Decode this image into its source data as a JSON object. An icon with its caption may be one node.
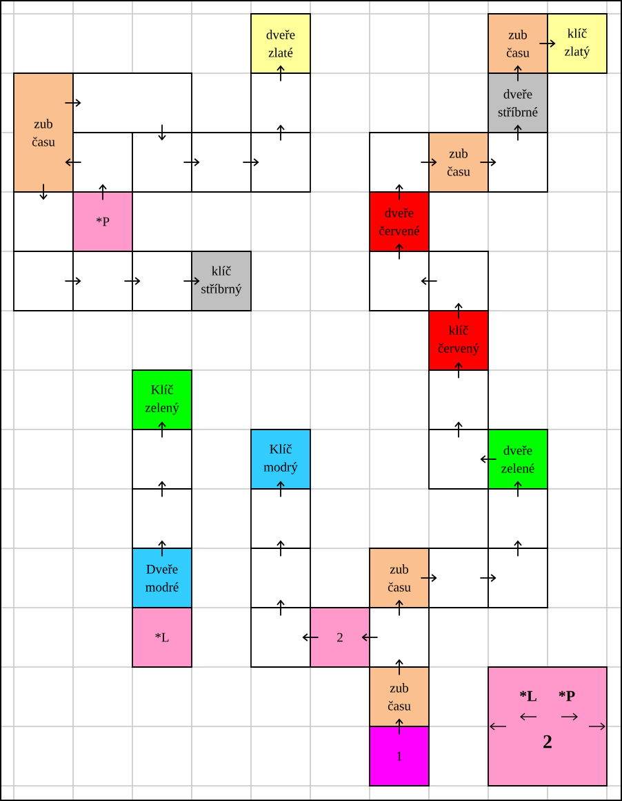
{
  "diagram": {
    "nodes": [
      {
        "text": [
          "dveře zlaté"
        ]
      },
      {
        "text": [
          "zub času"
        ]
      },
      {
        "text": [
          "klíč zlatý"
        ]
      },
      {
        "text": [
          "zub času"
        ]
      },
      {
        "text": [],
        "shape": "box"
      },
      {
        "text": [],
        "shape": "box"
      },
      {
        "text": [
          "dveře stříbrné"
        ]
      },
      {
        "text": [],
        "shape": "box"
      },
      {
        "text": [],
        "shape": "box"
      },
      {
        "text": [],
        "shape": "box"
      },
      {
        "text": [],
        "shape": "box"
      },
      {
        "text": [],
        "shape": "box"
      },
      {
        "text": [
          "zub času"
        ]
      },
      {
        "text": [],
        "shape": "box"
      },
      {
        "text": [],
        "shape": "box"
      },
      {
        "text": [
          "*P"
        ]
      },
      {
        "text": [
          "dveře červené"
        ]
      },
      {
        "text": [],
        "shape": "box"
      },
      {
        "text": [],
        "shape": "box"
      },
      {
        "text": [],
        "shape": "box"
      },
      {
        "text": [
          "klíč stříbrný"
        ]
      },
      {
        "text": [],
        "shape": "box"
      },
      {
        "text": [],
        "shape": "box"
      },
      {
        "text": [
          "klíč červený"
        ]
      },
      {
        "text": [
          "Klíč zelený"
        ]
      },
      {
        "text": [],
        "shape": "box"
      },
      {
        "text": [],
        "shape": "box"
      },
      {
        "text": [
          "Klíč modrý"
        ]
      },
      {
        "text": [],
        "shape": "box"
      },
      {
        "text": [
          "dveře zelené"
        ]
      },
      {
        "text": [],
        "shape": "box"
      },
      {
        "text": [],
        "shape": "box"
      },
      {
        "text": [],
        "shape": "box"
      },
      {
        "text": [
          "Dveře modré"
        ]
      },
      {
        "text": [],
        "shape": "box"
      },
      {
        "text": [
          "zub času"
        ]
      },
      {
        "text": [],
        "shape": "box"
      },
      {
        "text": [],
        "shape": "box"
      },
      {
        "text": [
          "*L"
        ]
      },
      {
        "text": [],
        "shape": "box"
      },
      {
        "text": [
          "2"
        ]
      },
      {
        "text": [],
        "shape": "box"
      },
      {
        "text": [
          "zub času"
        ]
      },
      {
        "text": [
          "*L",
          "*P",
          "2"
        ]
      },
      {
        "text": [
          "1"
        ]
      }
    ],
    "edges": [
      {
        "from": 3,
        "to": 4,
        "arrow": "to"
      },
      {
        "from": 4,
        "to": 8,
        "arrow": "to"
      },
      {
        "from": 7,
        "to": 3,
        "arrow": "to"
      },
      {
        "from": 8,
        "to": 9,
        "arrow": "to"
      },
      {
        "from": 9,
        "to": 10,
        "arrow": "to"
      },
      {
        "from": 10,
        "to": 5,
        "arrow": "to"
      },
      {
        "from": 5,
        "to": 0,
        "arrow": "to"
      },
      {
        "from": 3,
        "to": 14,
        "arrow": "to"
      },
      {
        "from": 15,
        "to": 7,
        "arrow": "to"
      },
      {
        "from": 17,
        "to": 18,
        "arrow": "to"
      },
      {
        "from": 18,
        "to": 19,
        "arrow": "to"
      },
      {
        "from": 19,
        "to": 20,
        "arrow": "to"
      },
      {
        "from": 1,
        "to": 2,
        "arrow": "to"
      },
      {
        "from": 6,
        "to": 1,
        "arrow": "to"
      },
      {
        "from": 13,
        "to": 6,
        "arrow": "to"
      },
      {
        "from": 11,
        "to": 12,
        "arrow": "to"
      },
      {
        "from": 12,
        "to": 13,
        "arrow": "to"
      },
      {
        "from": 16,
        "to": 11,
        "arrow": "to"
      },
      {
        "from": 21,
        "to": 16,
        "arrow": "to"
      },
      {
        "from": 22,
        "to": 21,
        "arrow": "to"
      },
      {
        "from": 23,
        "to": 22,
        "arrow": "to"
      },
      {
        "from": 25,
        "to": 23,
        "arrow": "to"
      },
      {
        "from": 28,
        "to": 25,
        "arrow": "to"
      },
      {
        "from": 29,
        "to": 28,
        "arrow": "to"
      },
      {
        "from": 32,
        "to": 29,
        "arrow": "to"
      },
      {
        "from": 37,
        "to": 32,
        "arrow": "to"
      },
      {
        "from": 35,
        "to": 36,
        "arrow": "to"
      },
      {
        "from": 36,
        "to": 37,
        "arrow": "to"
      },
      {
        "from": 41,
        "to": 35,
        "arrow": "to"
      },
      {
        "from": 41,
        "to": 40,
        "arrow": "to"
      },
      {
        "from": 40,
        "to": 39,
        "arrow": "to"
      },
      {
        "from": 42,
        "to": 41,
        "arrow": "to"
      },
      {
        "from": 44,
        "to": 42,
        "arrow": "to"
      },
      {
        "from": 26,
        "to": 24,
        "arrow": "to"
      },
      {
        "from": 30,
        "to": 26,
        "arrow": "to"
      },
      {
        "from": 33,
        "to": 30,
        "arrow": "to"
      },
      {
        "from": 31,
        "to": 27,
        "arrow": "to"
      },
      {
        "from": 34,
        "to": 31,
        "arrow": "to"
      },
      {
        "from": 39,
        "to": 34,
        "arrow": "to"
      }
    ]
  }
}
